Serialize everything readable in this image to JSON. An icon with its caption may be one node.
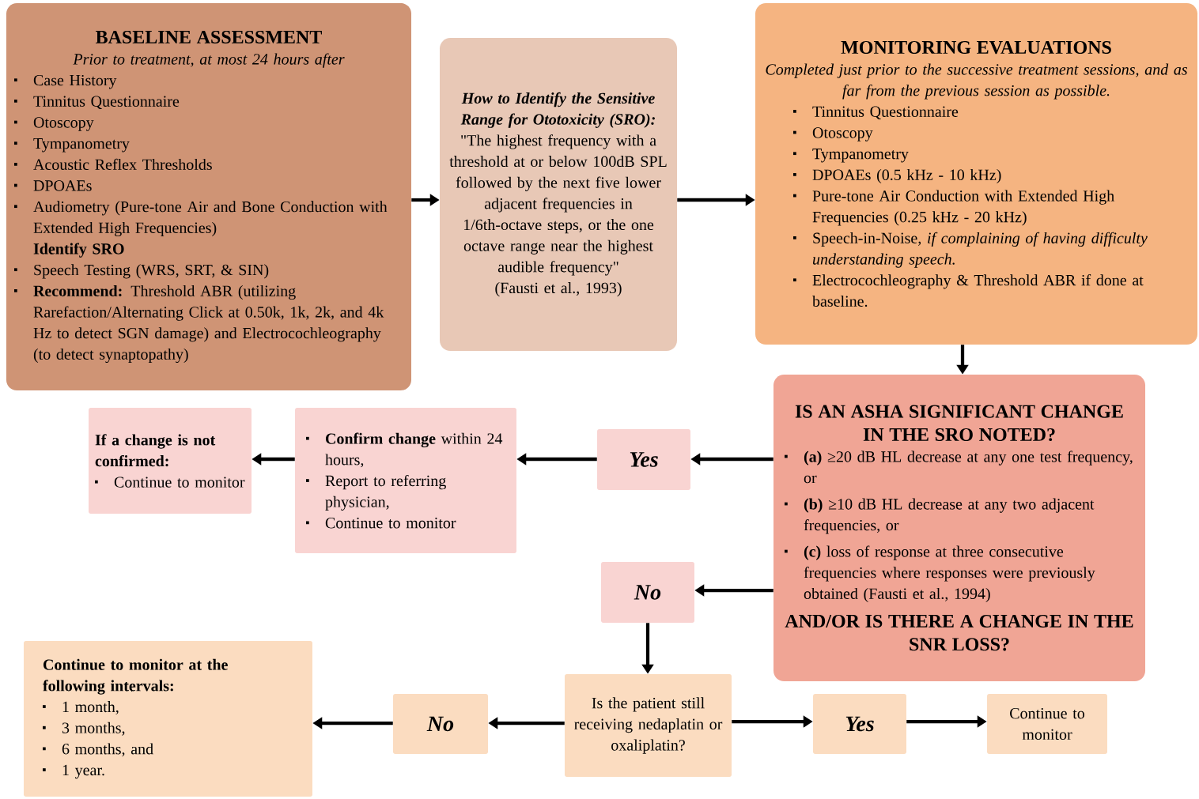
{
  "diagram": {
    "nodes": [
      {
        "text": [
          "BASELINE ASSESSMENT",
          "Prior to treatment, at most 24 hours after",
          "Case History",
          "Tinnitus Questionnaire",
          "Otoscopy",
          "Tympanometry",
          "Acoustic Reflex Thresholds",
          "DPOAEs",
          "Audiometry (Pure-tone Air and Bone Conduction with Extended High Frequencies)",
          "Identify SRO",
          "Speech Testing (WRS, SRT, & SIN)",
          "**Recommend:** Threshold ABR (utilizing Rarefaction/Alternating Click at 0.50k, 1k, 2k, and 4k Hz to detect SGN damage) and Electrocochleography (to detect synaptopathy)"
        ]
      },
      {
        "text": [
          "How to Identify the Sensitive Range for Ototoxicity (SRO):",
          "\"The highest frequency with a threshold at or below 100dB SPL followed by the next five lower adjacent frequencies in 1/6th-octave steps, or the one octave range near the highest audible frequency\"",
          "(Fausti et al., 1993)"
        ]
      },
      {
        "text": [
          "MONITORING EVALUATIONS",
          "Completed just prior to the successive treatment sessions, and as far from the previous session as possible.",
          "Tinnitus Questionnaire",
          "Otoscopy",
          "Tympanometry",
          "DPOAEs (0.5 kHz - 10 kHz)",
          "Pure-tone Air Conduction with Extended High Frequencies (0.25 kHz - 20 kHz)",
          "Speech-in-Noise, *if complaining of having difficulty understanding speech.*",
          "Electrocochleography & Threshold ABR if done at baseline."
        ]
      },
      {
        "text": [
          "IS AN ASHA SIGNIFICANT CHANGE IN THE SRO NOTED?",
          "**(a)** ≥20 dB HL decrease at any one test frequency, or",
          "**(b)** ≥10 dB HL decrease at any two adjacent frequencies, or",
          "**(c)** loss of response at three consecutive frequencies where responses were previously obtained (Fausti et al., 1994)",
          "AND/OR IS THERE A CHANGE IN THE SNR LOSS?"
        ]
      },
      {
        "text": [
          "Yes"
        ]
      },
      {
        "text": [
          "**Confirm change** within 24 hours,",
          "Report to referring physician,",
          "Continue to monitor"
        ]
      },
      {
        "text": [
          "If a change is not confirmed:",
          "Continue to monitor"
        ]
      },
      {
        "text": [
          "No"
        ]
      },
      {
        "text": [
          "Is the patient still receiving nedaplatin or oxaliplatin?"
        ]
      },
      {
        "text": [
          "No"
        ]
      },
      {
        "text": [
          "Continue to monitor at the following intervals:",
          "1 month,",
          "3 months,",
          "6 months, and",
          "1 year."
        ]
      },
      {
        "text": [
          "Yes"
        ]
      },
      {
        "text": [
          "Continue to monitor"
        ]
      }
    ],
    "edges": [
      {
        "from": 0,
        "to": 1,
        "arrow": "to"
      },
      {
        "from": 1,
        "to": 2,
        "arrow": "to"
      },
      {
        "from": 2,
        "to": 3,
        "arrow": "to"
      },
      {
        "from": 3,
        "to": 4,
        "arrow": "to"
      },
      {
        "from": 4,
        "to": 5,
        "arrow": "to"
      },
      {
        "from": 5,
        "to": 6,
        "arrow": "to"
      },
      {
        "from": 3,
        "to": 7,
        "arrow": "to"
      },
      {
        "from": 7,
        "to": 8,
        "arrow": "to"
      },
      {
        "from": 8,
        "to": 9,
        "arrow": "to"
      },
      {
        "from": 9,
        "to": 10,
        "arrow": "to"
      },
      {
        "from": 8,
        "to": 11,
        "arrow": "to"
      },
      {
        "from": 11,
        "to": 12,
        "arrow": "to"
      }
    ]
  }
}
